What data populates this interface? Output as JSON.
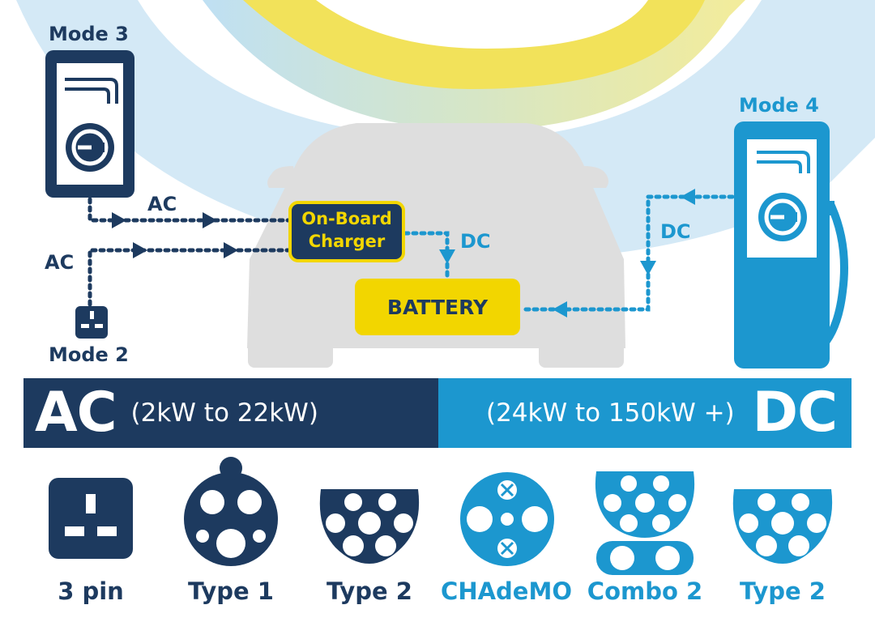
{
  "labels": {
    "mode3": "Mode 3",
    "mode4": "Mode 4",
    "mode2": "Mode 2",
    "ac_upper": "AC",
    "ac_left": "AC",
    "dc_obc": "DC",
    "dc_right": "DC",
    "onboard_line1": "On-Board",
    "onboard_line2": "Charger",
    "battery": "BATTERY"
  },
  "bar": {
    "ac_big": "AC",
    "ac_range": "(2kW to 22kW)",
    "dc_range": "(24kW to 150kW +)",
    "dc_big": "DC"
  },
  "connectors": [
    {
      "label": "3 pin",
      "icon": "three-pin-plug-icon"
    },
    {
      "label": "Type 1",
      "icon": "type1-connector-icon"
    },
    {
      "label": "Type 2",
      "icon": "type2-connector-icon"
    },
    {
      "label": "CHAdeMO",
      "icon": "chademo-connector-icon"
    },
    {
      "label": "Combo 2",
      "icon": "combo2-connector-icon"
    },
    {
      "label": "Type 2",
      "icon": "type2-dc-connector-icon"
    }
  ],
  "colors": {
    "navy": "#1d3a5f",
    "cyan": "#1c97cf",
    "yellow": "#f2d600",
    "car_grey": "#dedede"
  }
}
